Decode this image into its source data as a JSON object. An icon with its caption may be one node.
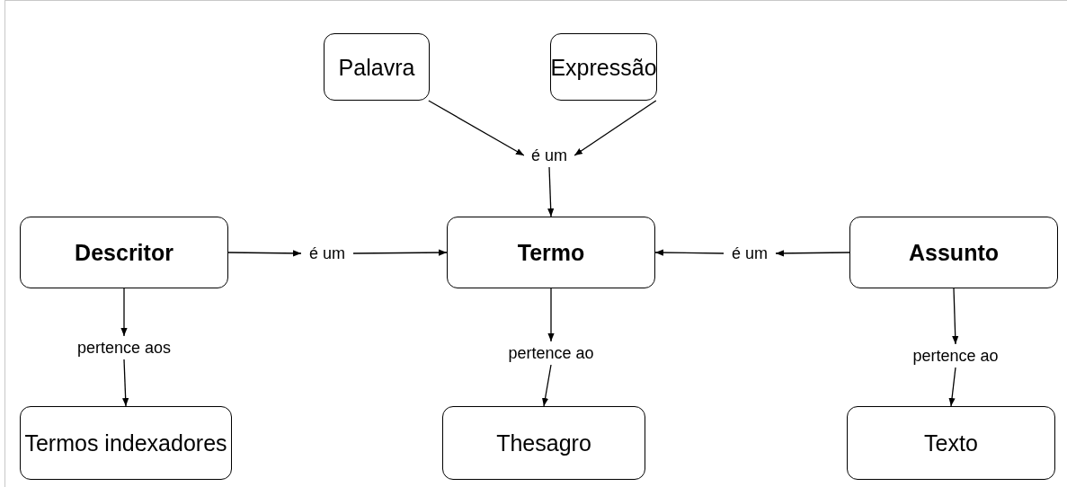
{
  "diagram": {
    "nodes": [
      {
        "text": [
          "Palavra"
        ]
      },
      {
        "text": [
          "Expressão"
        ]
      },
      {
        "text": [
          "é um"
        ]
      },
      {
        "text": [
          "Descritor"
        ]
      },
      {
        "text": [
          "é um"
        ]
      },
      {
        "text": [
          "Termo"
        ]
      },
      {
        "text": [
          "é um"
        ]
      },
      {
        "text": [
          "Assunto"
        ]
      },
      {
        "text": [
          "pertence aos"
        ]
      },
      {
        "text": [
          "pertence ao"
        ]
      },
      {
        "text": [
          "pertence ao"
        ]
      },
      {
        "text": [
          "Termos indexadores"
        ]
      },
      {
        "text": [
          "Thesagro"
        ]
      },
      {
        "text": [
          "Texto"
        ]
      }
    ],
    "edges": [
      {
        "from": 0,
        "to": 2,
        "arrow": "to"
      },
      {
        "from": 1,
        "to": 2,
        "arrow": "to"
      },
      {
        "from": 2,
        "to": 5,
        "arrow": "to"
      },
      {
        "from": 3,
        "to": 4,
        "arrow": "to"
      },
      {
        "from": 4,
        "to": 5,
        "arrow": "to"
      },
      {
        "from": 7,
        "to": 6,
        "arrow": "to"
      },
      {
        "from": 6,
        "to": 5,
        "arrow": "to"
      },
      {
        "from": 3,
        "to": 8,
        "arrow": "to"
      },
      {
        "from": 8,
        "to": 11,
        "arrow": "to"
      },
      {
        "from": 5,
        "to": 9,
        "arrow": "to"
      },
      {
        "from": 9,
        "to": 12,
        "arrow": "to"
      },
      {
        "from": 7,
        "to": 10,
        "arrow": "to"
      },
      {
        "from": 10,
        "to": 13,
        "arrow": "to"
      }
    ]
  }
}
